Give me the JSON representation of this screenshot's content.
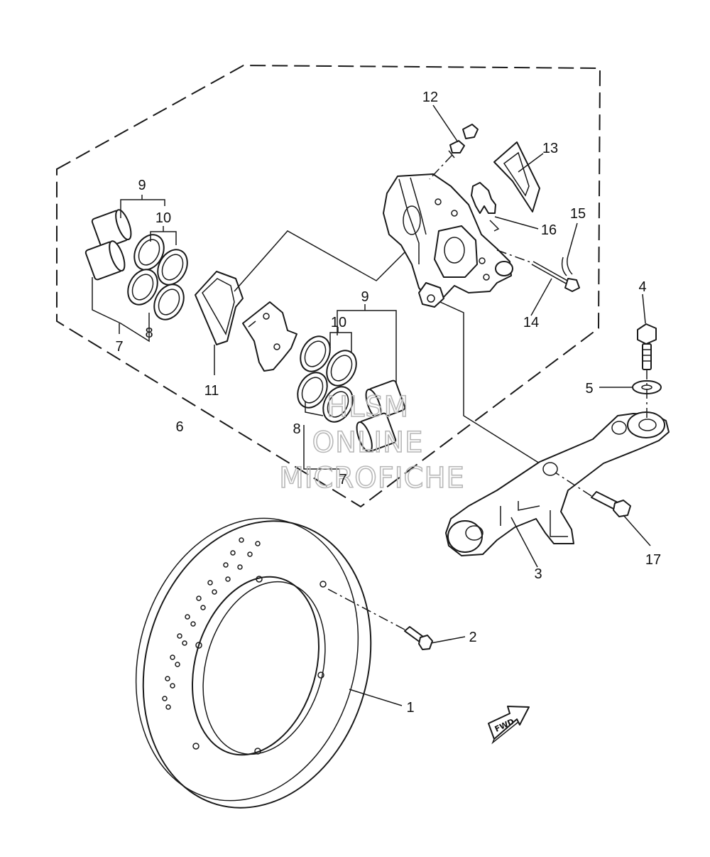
{
  "callouts": [
    {
      "id": "1",
      "text": "1"
    },
    {
      "id": "2",
      "text": "2"
    },
    {
      "id": "3",
      "text": "3"
    },
    {
      "id": "4",
      "text": "4"
    },
    {
      "id": "5",
      "text": "5"
    },
    {
      "id": "6",
      "text": "6"
    },
    {
      "id": "7a",
      "text": "7"
    },
    {
      "id": "7b",
      "text": "7"
    },
    {
      "id": "8a",
      "text": "8"
    },
    {
      "id": "8b",
      "text": "8"
    },
    {
      "id": "9a",
      "text": "9"
    },
    {
      "id": "9b",
      "text": "9"
    },
    {
      "id": "10a",
      "text": "10"
    },
    {
      "id": "10b",
      "text": "10"
    },
    {
      "id": "11",
      "text": "11"
    },
    {
      "id": "12",
      "text": "12"
    },
    {
      "id": "13",
      "text": "13"
    },
    {
      "id": "14",
      "text": "14"
    },
    {
      "id": "15",
      "text": "15"
    },
    {
      "id": "16",
      "text": "16"
    },
    {
      "id": "17",
      "text": "17"
    }
  ],
  "watermark": {
    "line1": "HLSM",
    "line2": "ONLINE",
    "line3": "MICROFICHE"
  },
  "direction_marker": {
    "text": "FWD"
  }
}
